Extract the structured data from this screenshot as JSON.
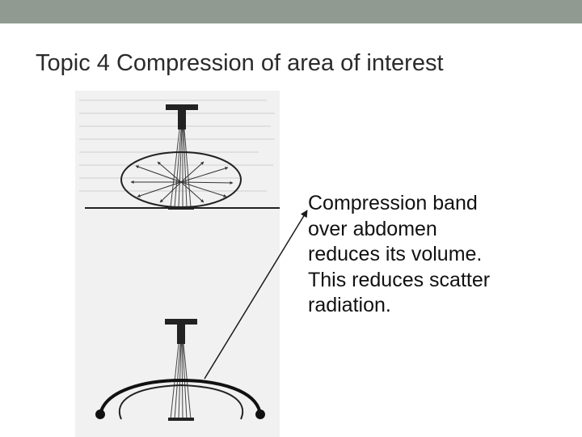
{
  "slide": {
    "title": "Topic 4  Compression of area of interest",
    "body_lines": [
      "Compression band",
      "over abdomen",
      "reduces its volume.",
      "This reduces scatter",
      "radiation."
    ]
  },
  "colors": {
    "top_bar": "#919a91",
    "scan_background": "#f1f1f1",
    "ink": "#1a1a1a"
  }
}
